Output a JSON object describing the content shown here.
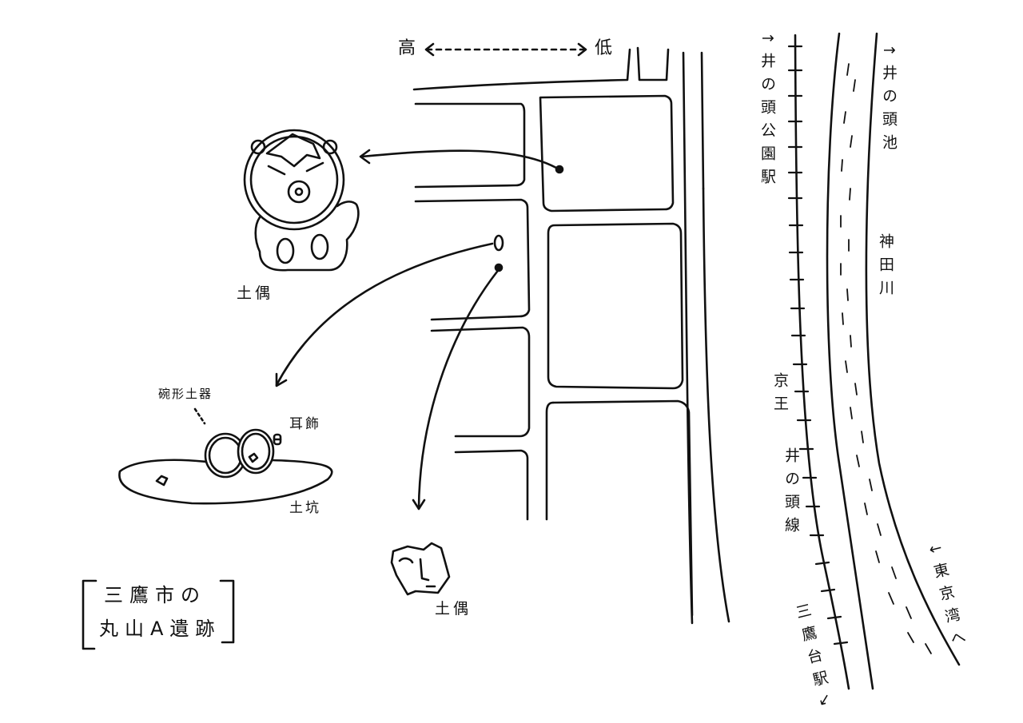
{
  "elevation": {
    "high": "高",
    "low": "低"
  },
  "railway": {
    "station_north": "↑井の頭公園駅",
    "line_part1": "京王",
    "line_part2": "井の頭線",
    "station_south": "三鷹台駅↘"
  },
  "river": {
    "pond": "↑井の頭池",
    "name": "神田川",
    "to_bay": "↓東京湾へ"
  },
  "finds": {
    "dogu_upper": "土偶",
    "bowl_pottery": "碗形土器",
    "earring": "耳飾",
    "pit": "土坑",
    "dogu_lower": "土偶"
  },
  "title": {
    "line1": "三鷹市の",
    "line2": "丸山A遺跡"
  }
}
